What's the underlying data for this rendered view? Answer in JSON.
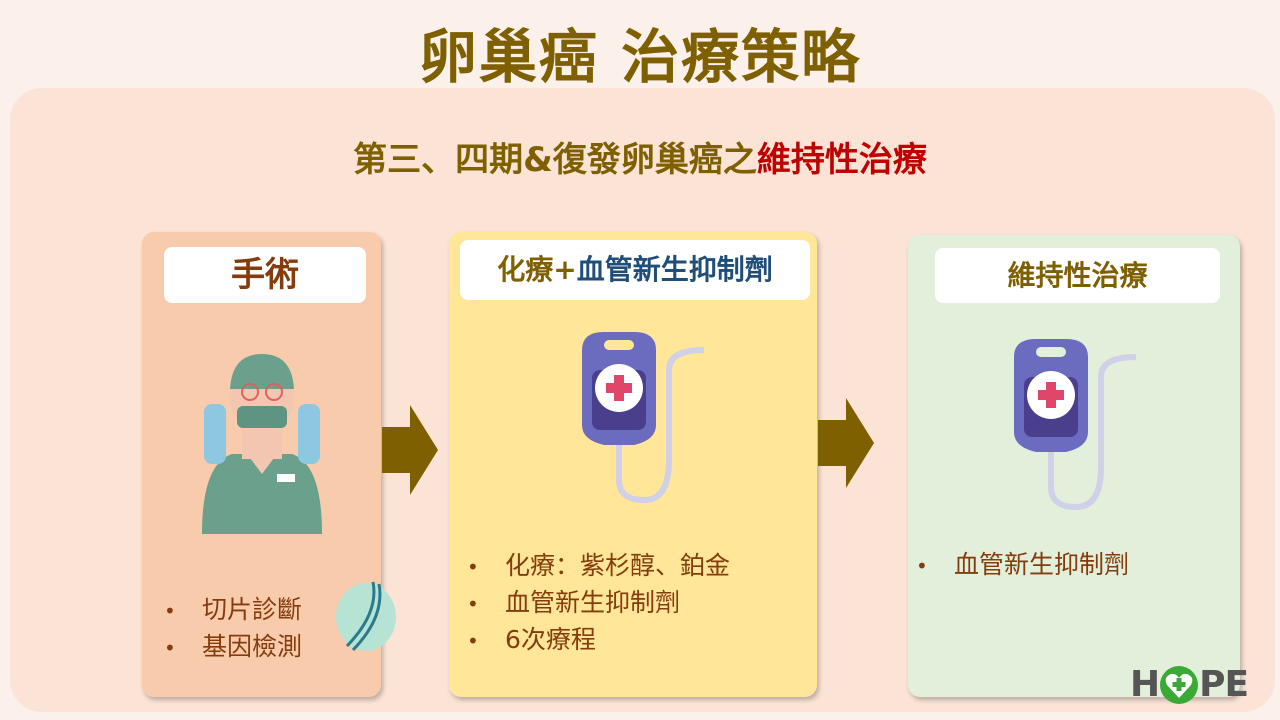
{
  "title": "卵巢癌 治療策略",
  "subtitle": {
    "prefix": "第三、四期&復發卵巢癌之",
    "highlight": "維持性治療"
  },
  "cards": [
    {
      "title": "手術",
      "items": [
        "切片診斷",
        "基因檢測"
      ]
    },
    {
      "title_part1": "化療+",
      "title_part2": "血管新生抑制劑",
      "items": [
        "化療：紫杉醇、鉑金",
        "血管新生抑制劑",
        "6次療程"
      ]
    },
    {
      "title": "維持性治療",
      "items": [
        "血管新生抑制劑"
      ]
    }
  ],
  "logo": {
    "text_h": "H",
    "text_pe": "PE"
  },
  "colors": {
    "olive": "#7f6000",
    "red": "#c00000",
    "blue": "#1f4e79",
    "brown": "#843c0c"
  }
}
